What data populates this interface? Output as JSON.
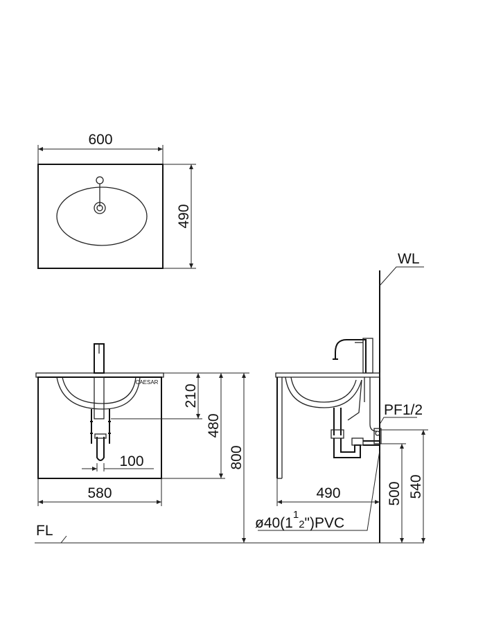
{
  "top_view": {
    "width": "600",
    "depth": "490"
  },
  "front_view": {
    "brand": "CAESAR",
    "dim_210": "210",
    "dim_480": "480",
    "dim_800": "800",
    "dim_100": "100",
    "dim_580": "580"
  },
  "side_view": {
    "wall": "WL",
    "pf": "PF1/2",
    "dim_490": "490",
    "dim_500": "500",
    "dim_540": "540",
    "pipe_prefix": "ø40(1",
    "pipe_num": "1",
    "pipe_den": "2",
    "pipe_suffix": "\")PVC"
  },
  "floor": "FL"
}
